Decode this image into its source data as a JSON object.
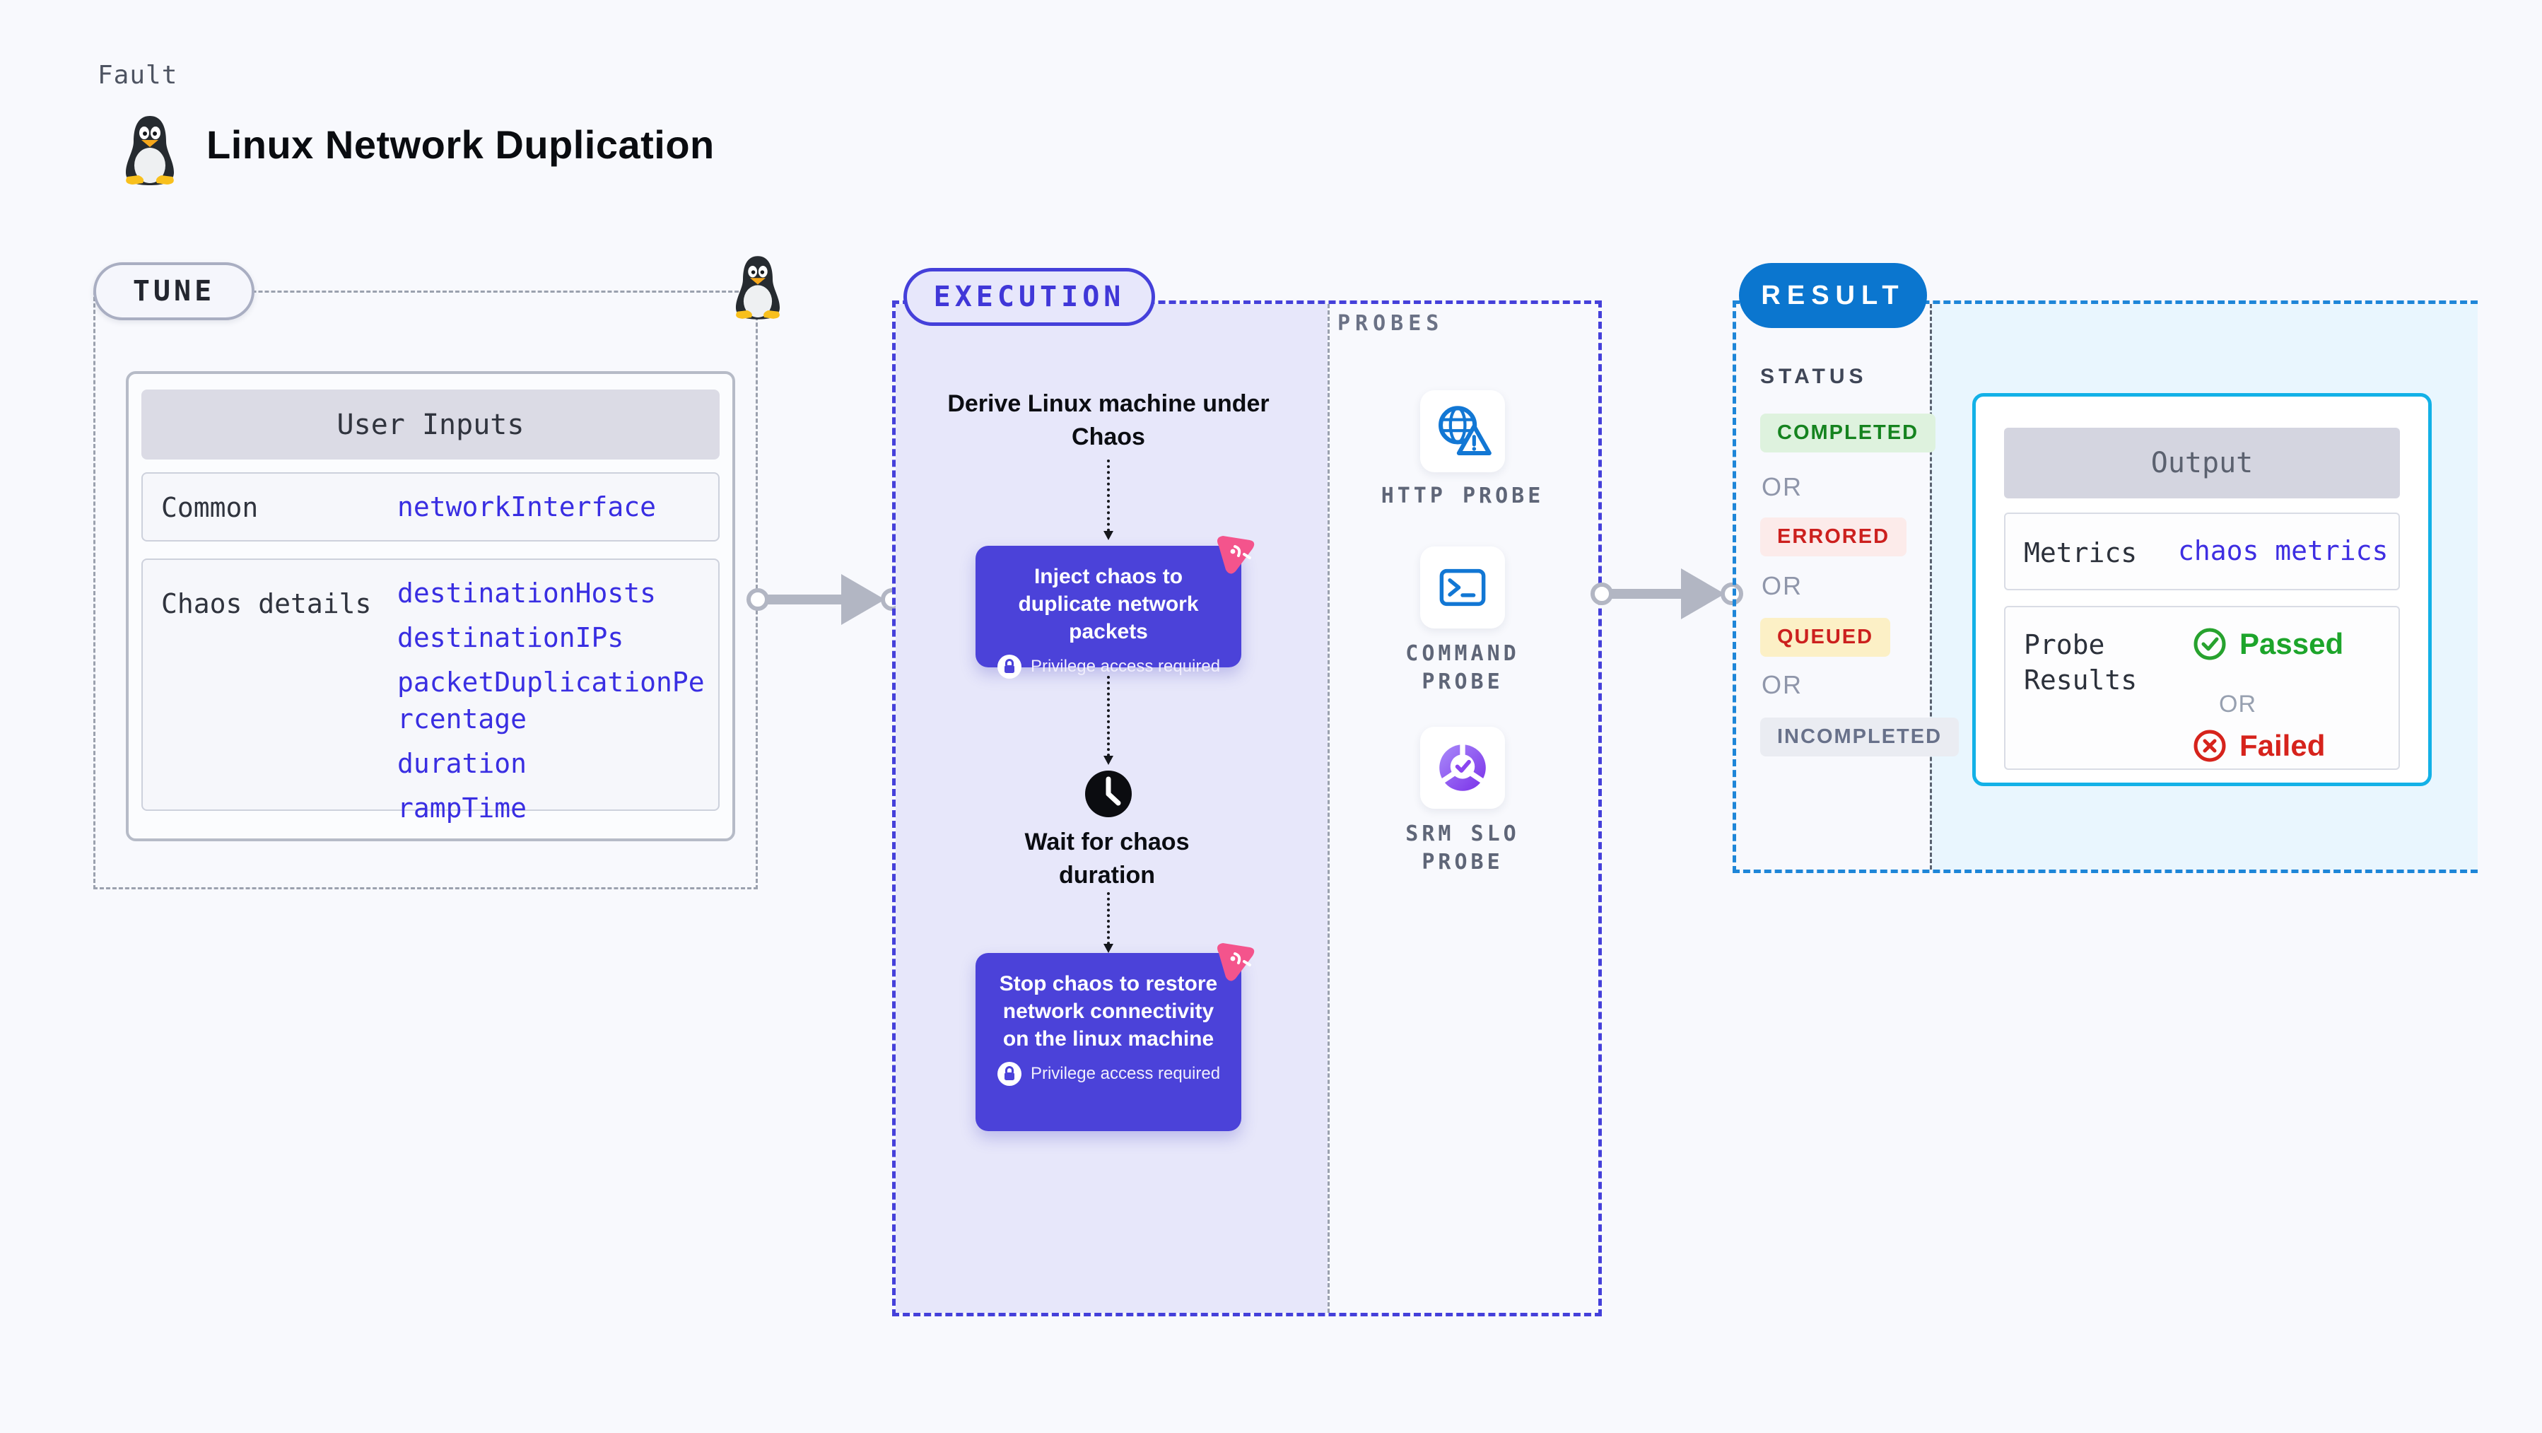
{
  "page": {
    "kicker": "Fault",
    "title": "Linux Network Duplication"
  },
  "colors": {
    "accent_indigo": "#4b42d9",
    "accent_blue": "#0b76cf",
    "output_border": "#13b1e7",
    "link_indigo": "#392ee2",
    "pink_logo": "#f4548c",
    "probe_icon_blue": "#1277d4",
    "passed_green": "#1da52b",
    "failed_red": "#d6231c",
    "completed": {
      "fg": "#15831f",
      "bg": "#def2de"
    },
    "errored": {
      "fg": "#cc201e",
      "bg": "#fcebea"
    },
    "queued": {
      "fg": "#cc201e",
      "bg": "#fcf0c6"
    },
    "incompleted": {
      "fg": "#68718a",
      "bg": "#eaecf2"
    }
  },
  "tune": {
    "badge": "TUNE",
    "table_title": "User Inputs",
    "rows": [
      {
        "label": "Common",
        "values": [
          "networkInterface"
        ]
      },
      {
        "label": "Chaos details",
        "values": [
          "destinationHosts",
          "destinationIPs",
          "packetDuplicationPercentage",
          "duration",
          "rampTime"
        ]
      }
    ]
  },
  "execution": {
    "badge": "EXECUTION",
    "steps": {
      "derive": "Derive Linux machine under Chaos",
      "inject": "Inject chaos to duplicate network packets",
      "wait": "Wait for chaos duration",
      "stop": "Stop chaos to restore network connectivity on the linux machine"
    },
    "privilege_note": "Privilege access required",
    "probes_label": "PROBES",
    "probes": [
      {
        "label": "HTTP PROBE",
        "icon": "globe-warning-icon"
      },
      {
        "label": "COMMAND PROBE",
        "icon": "terminal-icon"
      },
      {
        "label": "SRM SLO PROBE",
        "icon": "slo-pie-check-icon"
      }
    ]
  },
  "result": {
    "badge": "RESULT",
    "status_label": "STATUS",
    "or_label": "OR",
    "statuses": [
      {
        "label": "COMPLETED"
      },
      {
        "label": "ERRORED"
      },
      {
        "label": "QUEUED"
      },
      {
        "label": "INCOMPLETED"
      }
    ],
    "output": {
      "title": "Output",
      "metrics_label": "Metrics",
      "metrics_value": "chaos metrics",
      "probe_results_label": "Probe Results",
      "passed": "Passed",
      "or": "OR",
      "failed": "Failed"
    }
  }
}
